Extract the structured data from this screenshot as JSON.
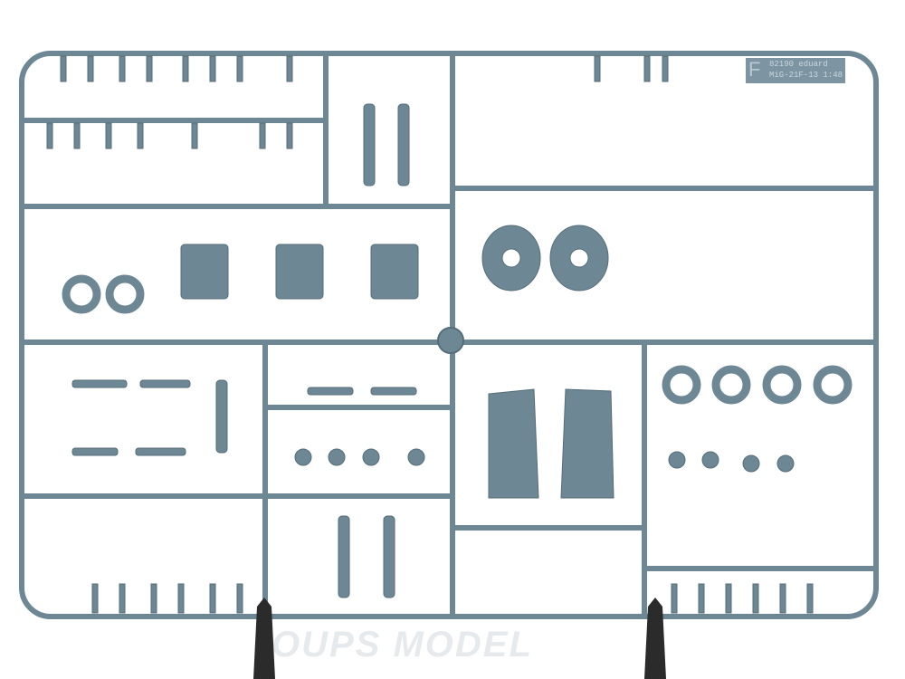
{
  "photo": {
    "subject": "sprue",
    "colors": {
      "plastic": "#6e8794",
      "plastic_dark": "#556d79",
      "background": "#ffffff",
      "stand": "#2b2b2b"
    },
    "sprue_label": {
      "letter": "F",
      "line1": "82190  eduard",
      "line2": "MiG-21F-13  1:48"
    },
    "watermark": "OUPS MODEL"
  }
}
